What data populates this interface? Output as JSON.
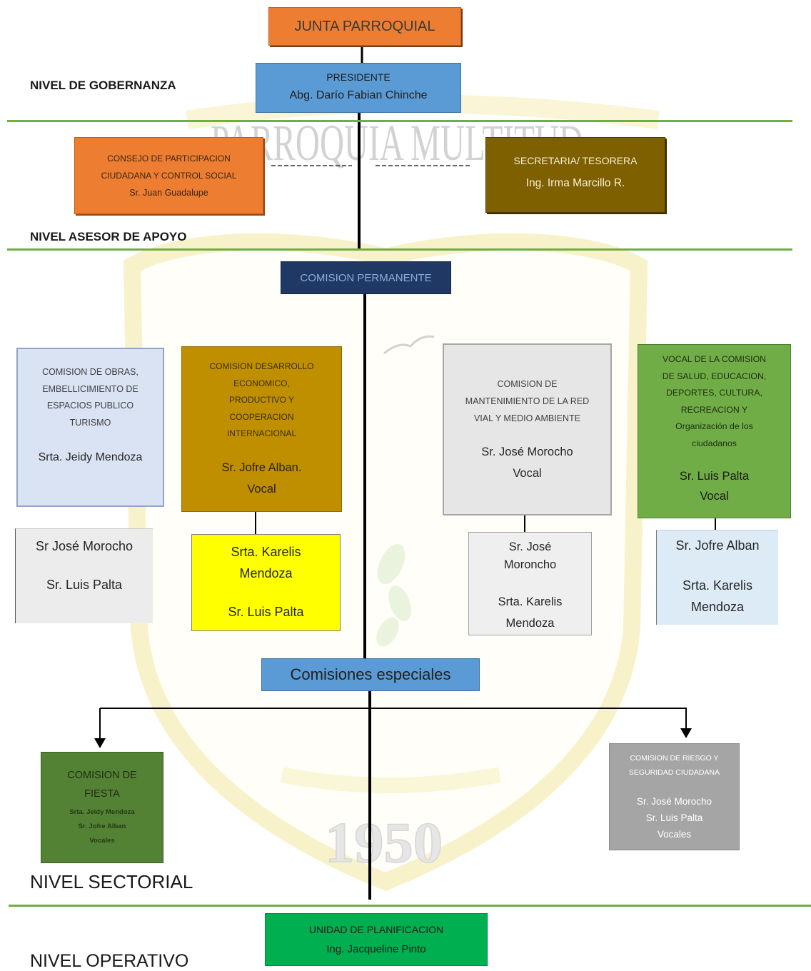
{
  "levels": {
    "gobernanza": "NIVEL DE GOBERNANZA",
    "asesor": "NIVEL ASESOR DE APOYO",
    "sectorial": "NIVEL SECTORIAL",
    "operativo": "NIVEL OPERATIVO"
  },
  "dividers": {
    "color": "#70AD47"
  },
  "watermark": {
    "banner": "PARROQUIA MULTITUD",
    "year": "1950"
  },
  "nodes": {
    "junta": {
      "title": [
        "JUNTA PARROQUIAL"
      ],
      "color": "#ED7D31"
    },
    "presidente": {
      "title": [
        "PRESIDENTE"
      ],
      "names": [
        "Abg. Darío Fabian Chinche"
      ],
      "color": "#5B9BD5"
    },
    "consejo": {
      "title": [
        "CONSEJO DE PARTICIPACION",
        "CIUDADANA Y CONTROL SOCIAL"
      ],
      "names": [
        "Sr. Juan Guadalupe"
      ],
      "color": "#ED7D31"
    },
    "secretaria": {
      "title": [
        "SECRETARIA/ TESORERA"
      ],
      "names": [
        "Ing. Irma Marcillo R."
      ],
      "color": "#7F6000"
    },
    "permanente": {
      "title": [
        "COMISION PERMANENTE"
      ],
      "color": "#1F3864"
    },
    "obras": {
      "title": [
        "COMISION DE OBRAS,",
        "EMBELLICIMIENTO DE",
        "ESPACIOS PUBLICO",
        "TURISMO"
      ],
      "names": [
        "Srta. Jeidy Mendoza"
      ],
      "color": "#DAE3F3"
    },
    "obras_vocales": {
      "names": [
        "Sr José Morocho",
        "Sr. Luis Palta"
      ],
      "color": "#ECECEC"
    },
    "desarrollo": {
      "title": [
        "COMISION DESARROLLO",
        "ECONOMICO,",
        "PRODUCTIVO Y",
        "COOPERACION",
        "INTERNACIONAL"
      ],
      "names": [
        "Sr. Jofre Alban.",
        "Vocal"
      ],
      "color": "#BF8F00"
    },
    "desarrollo_vocales": {
      "names": [
        "Srta. Karelis",
        "Mendoza",
        "Sr. Luis Palta"
      ],
      "color": "#FFFF00"
    },
    "mantenimiento": {
      "title": [
        "COMISION DE",
        "MANTENIMIENTO DE LA RED",
        "VIAL Y MEDIO AMBIENTE"
      ],
      "names": [
        "Sr. José Morocho",
        "Vocal"
      ],
      "color": "#E7E6E6"
    },
    "mantenimiento_vocales": {
      "names": [
        "Sr. José",
        "Moroncho",
        "Srta. Karelis",
        "Mendoza"
      ],
      "color": "#EFEFEF"
    },
    "salud": {
      "title": [
        "VOCAL DE LA COMISION",
        "DE SALUD, EDUCACION,",
        "DEPORTES, CULTURA,",
        "RECREACION Y",
        "Organización de los",
        "ciudadanos"
      ],
      "names": [
        "Sr. Luis Palta",
        "Vocal"
      ],
      "color": "#70AD47"
    },
    "salud_vocales": {
      "names": [
        "Sr. Jofre Alban",
        "Srta. Karelis",
        "Mendoza"
      ],
      "color": "#DDEBF7"
    },
    "especiales": {
      "title": [
        "Comisiones especiales"
      ],
      "color": "#5B9BD5"
    },
    "fiesta": {
      "title": [
        "COMISION DE",
        "FIESTA"
      ],
      "names": [
        "Srta. Jeidy Mendoza",
        "Sr. Jofre Alban",
        "Vocales"
      ],
      "color": "#548235"
    },
    "riesgo": {
      "title": [
        "COMISION DE RIESGO Y",
        "SEGURIDAD CIUDADANA"
      ],
      "names": [
        "Sr. José Morocho",
        "Sr. Luis Palta",
        "Vocales"
      ],
      "color": "#A5A5A5"
    },
    "unidad": {
      "title": [
        "UNIDAD DE PLANIFICACION"
      ],
      "names": [
        "Ing. Jacqueline Pinto"
      ],
      "color": "#00B050"
    }
  }
}
